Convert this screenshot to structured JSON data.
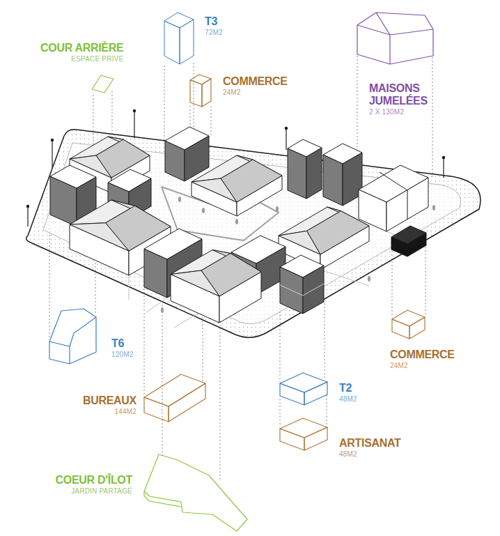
{
  "diagram": {
    "nodes": [
      {
        "text": [
          "COUR ARRIÈRE",
          "ESPACE PRIVE"
        ]
      },
      {
        "text": [
          "T3",
          "72M2"
        ]
      },
      {
        "text": [
          "COMMERCE",
          "24M2"
        ]
      },
      {
        "text": [
          "MAISONS JUMELÉES",
          "2 X 130M2"
        ]
      },
      {
        "text": [
          "T6",
          "120M2"
        ]
      },
      {
        "text": [
          "COMMERCE",
          "24M2"
        ]
      },
      {
        "text": [
          "T2",
          "48M2"
        ]
      },
      {
        "text": [
          "BUREAUX",
          "144M2"
        ]
      },
      {
        "text": [
          "ARTISANAT",
          "48M2"
        ]
      },
      {
        "text": [
          "COEUR D'ÎLOT",
          "JARDIN PARTAGÉ"
        ]
      }
    ]
  }
}
